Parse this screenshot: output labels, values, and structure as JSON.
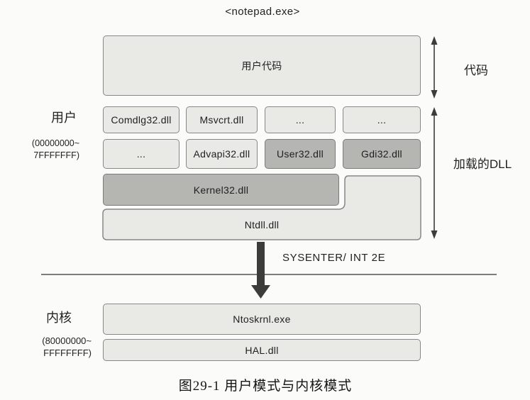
{
  "title": "<notepad.exe>",
  "user_section": {
    "label": "用户",
    "address_line1": "(00000000~",
    "address_line2": "7FFFFFFF)",
    "user_code_box": "用户代码",
    "dll_rows": [
      [
        "Comdlg32.dll",
        "Msvcrt.dll",
        "...",
        "..."
      ],
      [
        "...",
        "Advapi32.dll",
        "User32.dll",
        "Gdi32.dll"
      ]
    ],
    "kernel32_box": "Kernel32.dll",
    "ntdll_box": "Ntdll.dll",
    "code_bracket_label": "代码",
    "dll_bracket_label": "加载的DLL"
  },
  "transition": {
    "label": "SYSENTER/ INT 2E"
  },
  "kernel_section": {
    "label": "内核",
    "address_line1": "(80000000~",
    "address_line2": "FFFFFFFF)",
    "ntoskrnl_box": "Ntoskrnl.exe",
    "hal_box": "HAL.dll"
  },
  "caption": "图29-1  用户模式与内核模式",
  "colors": {
    "box_light": "#e9e9e6",
    "box_dark": "#b5b5b2",
    "box_border": "#878785",
    "arrow_black": "#3c3c3c",
    "divider_gray": "#7c7c7a"
  }
}
